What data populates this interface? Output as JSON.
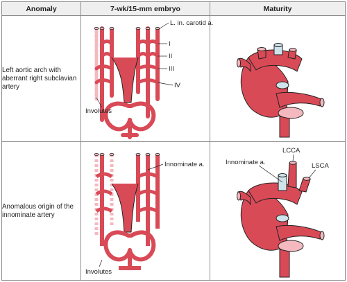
{
  "headers": {
    "col1": "Anomaly",
    "col2": "7-wk/15-mm embryo",
    "col3": "Maturity"
  },
  "rows": [
    {
      "anomaly": "Left aortic arch with aberrant right subclavian artery",
      "embryo_labels": {
        "carotid": "L. in. carotid a.",
        "arch_I": "I",
        "arch_II": "II",
        "arch_III": "III",
        "arch_IV": "IV",
        "involutes": "Involutes"
      }
    },
    {
      "anomaly": "Anomalous origin of the innominate artery",
      "embryo_labels": {
        "innominate": "Innominate a.",
        "involutes": "Involutes"
      },
      "maturity_labels": {
        "innominate": "Innominate a.",
        "lcca": "LCCA",
        "lsca": "LSCA"
      }
    }
  ],
  "colors": {
    "vessel": "#d94a57",
    "vessel_dark": "#8e1f2a",
    "vessel_light": "#f3b9bf",
    "trachea": "#cfe3ea",
    "outline": "#222222",
    "header_bg": "#efefef",
    "border": "#8a8a8a"
  }
}
